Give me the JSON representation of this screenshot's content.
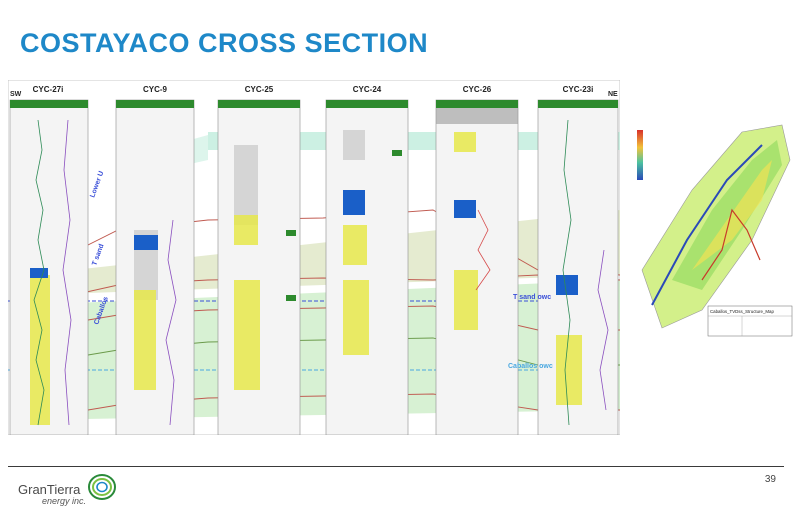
{
  "slide": {
    "title": "COSTAYACO CROSS SECTION",
    "page_number": "39"
  },
  "cross_section": {
    "left_direction": "SW",
    "right_direction": "NE",
    "wells": [
      "CYC-27i",
      "CYC-9",
      "CYC-25",
      "CYC-24",
      "CYC-26",
      "CYC-23i"
    ],
    "unit_labels": [
      "Lower U",
      "T sand",
      "Caballos"
    ],
    "contact_labels": [
      "T sand owc",
      "Caballos owc"
    ]
  },
  "map": {
    "legend_title": "Caballos_TVDss_Structure_Map"
  },
  "logo": {
    "name": "GranTierra",
    "tagline": "energy inc."
  },
  "colors": {
    "title_blue": "#1e88c8",
    "lower_u_band": "#c7eee0",
    "t_sand_band": "#dfe6c4",
    "caballos_band": "#c9ecc4",
    "reservoir_yellow": "#e6e84a",
    "water_blue": "#1a5fc8",
    "header_green": "#2d8a2d",
    "owc_line": "#3a4fd8"
  }
}
